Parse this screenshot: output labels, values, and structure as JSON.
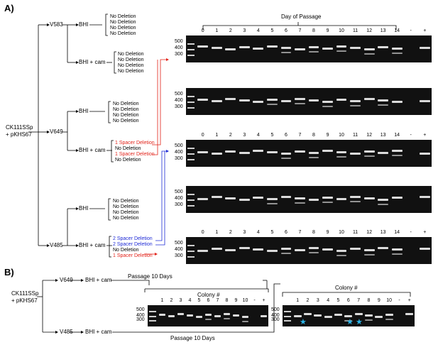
{
  "panel_a": {
    "label": "A)",
    "root": [
      "CK111SSp",
      "+ pKHS67"
    ],
    "strains": [
      "V583",
      "V649",
      "V485"
    ],
    "conditions": [
      "BHI",
      "BHI + cam"
    ],
    "outcomes": {
      "v583_bhi": [
        "No Deletion",
        "No Deletion",
        "No Deletion",
        "No Deletion"
      ],
      "v583_cam": [
        "No Deletion",
        "No Deletion",
        "No Deletion",
        "No Deletion"
      ],
      "v649_bhi": [
        "No Deletion",
        "No Deletion",
        "No Deletion",
        "No Deletion"
      ],
      "v649_cam": [
        "1 Spacer Deletion",
        "No Deletion",
        "1 Spacer Deletion",
        "No Deletion"
      ],
      "v485_bhi": [
        "No Deletion",
        "No Deletion",
        "No Deletion",
        "No Deletion"
      ],
      "v485_cam": [
        "2 Spacer Deletion",
        "2 Spacer Deletion",
        "No Deletion",
        "1 Spacer Deletion"
      ]
    },
    "day_title": "Day of Passage",
    "lanes": [
      "0",
      "1",
      "2",
      "3",
      "4",
      "5",
      "6",
      "7",
      "8",
      "9",
      "10",
      "11",
      "12",
      "13",
      "14",
      "-",
      "+"
    ],
    "ladder": [
      "500",
      "400",
      "300"
    ]
  },
  "panel_b": {
    "label": "B)",
    "root": [
      "CK111SSp",
      "+ pKHS67"
    ],
    "strains": [
      "V649",
      "V485"
    ],
    "condition": "BHI + cam",
    "passage": "Passage 10 Days",
    "colony_title": "Colony #",
    "lanes": [
      "1",
      "2",
      "3",
      "4",
      "5",
      "6",
      "7",
      "8",
      "9",
      "10",
      "-",
      "+"
    ],
    "ladder": [
      "500",
      "400",
      "300"
    ],
    "stars": [
      "★",
      "★",
      "★"
    ]
  },
  "colors": {
    "red": "#e2231a",
    "blue": "#1f2bd6",
    "star": "#2bb5e8",
    "gel": "#111111"
  }
}
